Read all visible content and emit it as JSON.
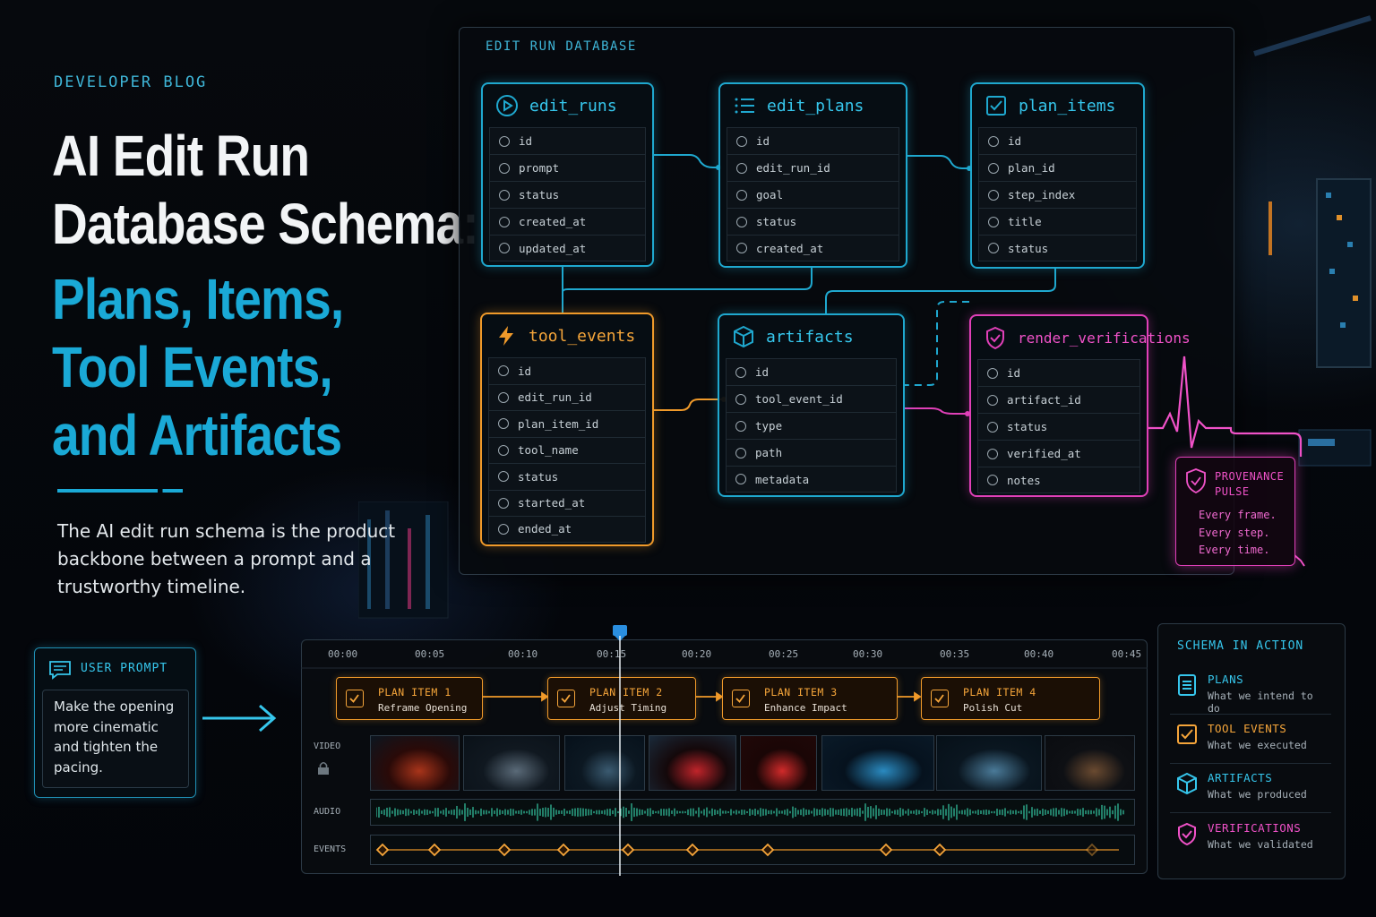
{
  "hero": {
    "eyebrow": "DEVELOPER BLOG",
    "title_line1": "AI Edit Run",
    "title_line2": "Database Schema:",
    "title_line3": "Plans, Items,",
    "title_line4": "Tool Events,",
    "title_line5": "and Artifacts",
    "intro": "The AI edit run schema is the product backbone between a prompt and a trustworthy timeline."
  },
  "db": {
    "title": "EDIT RUN DATABASE",
    "tables": [
      {
        "name": "edit_runs",
        "color": "#1fa8cf",
        "icon": "play-circle-icon",
        "fields": [
          "id",
          "prompt",
          "status",
          "created_at",
          "updated_at"
        ]
      },
      {
        "name": "edit_plans",
        "color": "#1fa8cf",
        "icon": "list-icon",
        "fields": [
          "id",
          "edit_run_id",
          "goal",
          "status",
          "created_at"
        ]
      },
      {
        "name": "plan_items",
        "color": "#1fa8cf",
        "icon": "checkbox-icon",
        "fields": [
          "id",
          "plan_id",
          "step_index",
          "title",
          "status"
        ]
      },
      {
        "name": "tool_events",
        "color": "#f09a2a",
        "icon": "lightning-icon",
        "fields": [
          "id",
          "edit_run_id",
          "plan_item_id",
          "tool_name",
          "status",
          "started_at",
          "ended_at"
        ]
      },
      {
        "name": "artifacts",
        "color": "#1fa8cf",
        "icon": "cube-icon",
        "fields": [
          "id",
          "tool_event_id",
          "type",
          "path",
          "metadata"
        ]
      },
      {
        "name": "render_verifications",
        "color": "#e040b8",
        "icon": "shield-check-icon",
        "fields": [
          "id",
          "artifact_id",
          "status",
          "verified_at",
          "notes"
        ]
      }
    ]
  },
  "provenance": {
    "title_line1": "PROVENANCE",
    "title_line2": "PULSE",
    "line1": "Every frame.",
    "line2": "Every step.",
    "line3": "Every time."
  },
  "user_prompt": {
    "title": "USER PROMPT",
    "text": "Make the opening more cinematic and tighten the pacing."
  },
  "timeline": {
    "ticks": [
      "00:00",
      "00:05",
      "00:10",
      "00:15",
      "00:20",
      "00:25",
      "00:30",
      "00:35",
      "00:40",
      "00:45"
    ],
    "playhead_time": "00:15",
    "plan_items": [
      {
        "title": "PLAN ITEM 1",
        "subtitle": "Reframe Opening"
      },
      {
        "title": "PLAN ITEM 2",
        "subtitle": "Adjust Timing"
      },
      {
        "title": "PLAN ITEM 3",
        "subtitle": "Enhance Impact"
      },
      {
        "title": "PLAN ITEM 4",
        "subtitle": "Polish Cut"
      }
    ],
    "track_labels": {
      "video": "VIDEO",
      "audio": "AUDIO",
      "events": "EVENTS"
    }
  },
  "schema_in_action": {
    "title": "SCHEMA IN ACTION",
    "items": [
      {
        "title": "PLANS",
        "desc": "What we intend to do",
        "color": "#36c6ec",
        "icon": "document-list-icon"
      },
      {
        "title": "TOOL EVENTS",
        "desc": "What we executed",
        "color": "#f5a53a",
        "icon": "checkbox-icon"
      },
      {
        "title": "ARTIFACTS",
        "desc": "What we produced",
        "color": "#36c6ec",
        "icon": "cube-icon"
      },
      {
        "title": "VERIFICATIONS",
        "desc": "What we validated",
        "color": "#f052c8",
        "icon": "shield-check-icon"
      }
    ]
  }
}
